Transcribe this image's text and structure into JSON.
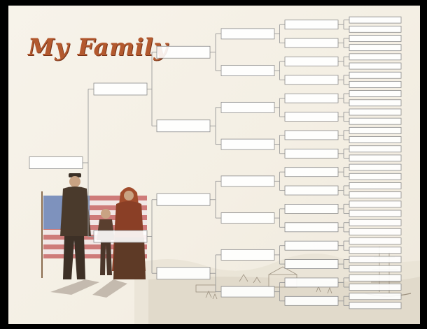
{
  "chart": {
    "title": "My Family",
    "generations": [
      1,
      2,
      4,
      8,
      16,
      32
    ]
  },
  "colors": {
    "frame": "#000000",
    "paper": "#f5f1e7",
    "title": "#b3592e",
    "box_border": "#8a8a8a",
    "line": "#9a9a9a"
  },
  "illustration": {
    "figures": [
      "father-figure",
      "child-figure",
      "mother-figure"
    ],
    "flag": "american-flag",
    "background": "harbor-and-town-scene"
  }
}
